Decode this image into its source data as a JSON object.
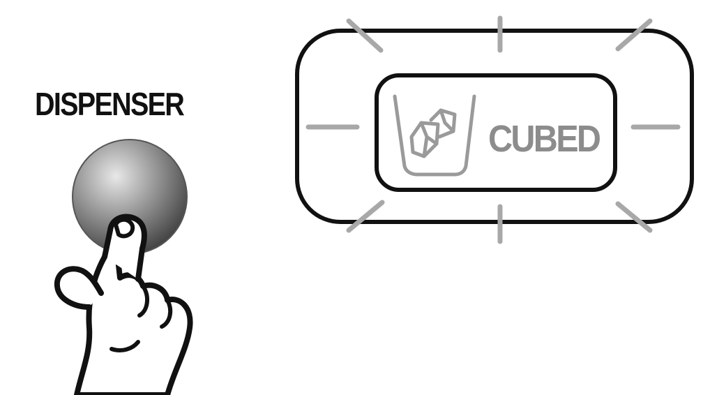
{
  "dispenser": {
    "label": "DISPENSER",
    "button_icon": "round-push-button",
    "hand_icon": "pointing-finger-hand"
  },
  "display": {
    "mode_label": "CUBED",
    "mode_icon": "ice-cube-in-glass",
    "state": "blinking",
    "colors": {
      "frame": "#111111",
      "icon": "#9a9a9a",
      "blink_rays": "#a8a8a8"
    }
  }
}
